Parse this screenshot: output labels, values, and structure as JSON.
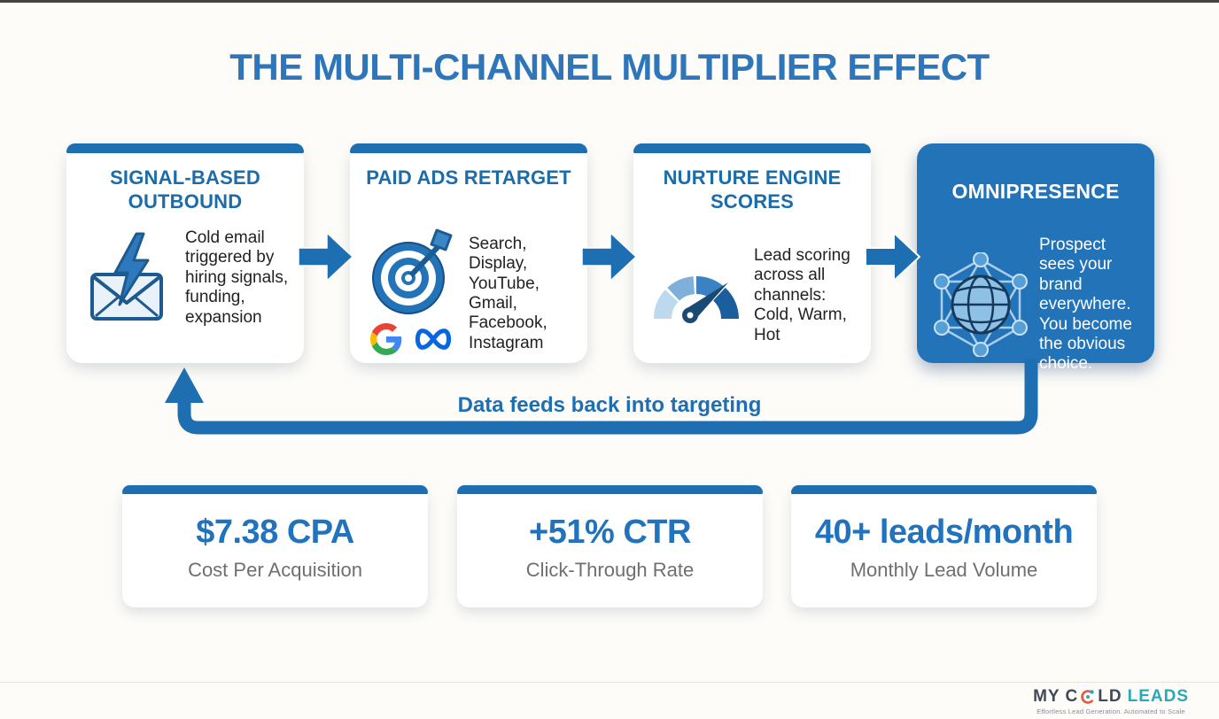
{
  "page": {
    "title": "THE MULTI-CHANNEL MULTIPLIER EFFECT"
  },
  "flow": {
    "steps": [
      {
        "title": "SIGNAL-BASED OUTBOUND",
        "description": "Cold email triggered by hiring signals, funding, expansion",
        "icon": "envelope-lightning-icon",
        "style": "light"
      },
      {
        "title": "PAID ADS RETARGET",
        "description": "Search, Display, YouTube, Gmail, Facebook, Instagram",
        "icon": "target-arrow-icon",
        "sub_icons": [
          "google-icon",
          "meta-icon"
        ],
        "style": "light"
      },
      {
        "title": "NURTURE ENGINE SCORES",
        "description": "Lead scoring across all channels: Cold, Warm, Hot",
        "icon": "gauge-icon",
        "style": "light"
      },
      {
        "title": "OMNIPRESENCE",
        "description": "Prospect sees your brand everywhere. You become the obvious choice.",
        "icon": "network-globe-icon",
        "style": "solid"
      }
    ],
    "connector_icon": "right-arrow-icon",
    "feedback_label": "Data feeds back into targeting"
  },
  "metrics": [
    {
      "value": "$7.38 CPA",
      "label": "Cost Per Acquisition"
    },
    {
      "value": "+51% CTR",
      "label": "Click-Through Rate"
    },
    {
      "value": "40+ leads/month",
      "label": "Monthly Lead Volume"
    }
  ],
  "footer": {
    "brand_part1": "MY C",
    "brand_part2": "LD",
    "brand_part3": "LEADS",
    "brand_icon": "cold-leads-ring-icon",
    "tagline": "Effortless Lead Generation. Automated to Scale"
  },
  "colors": {
    "primary_blue": "#1e6fb2",
    "card_blue": "#2273b8",
    "title_blue": "#2e75ba",
    "heading_blue": "#1b6ca8",
    "body_text": "#222222",
    "metric_label_gray": "#6f6f6f",
    "brand_teal": "#2aa8b8",
    "brand_orange": "#e4593b",
    "gauge_segments": [
      "#bcd9ee",
      "#7fb0dc",
      "#3a82c4",
      "#1b5e9e"
    ]
  }
}
